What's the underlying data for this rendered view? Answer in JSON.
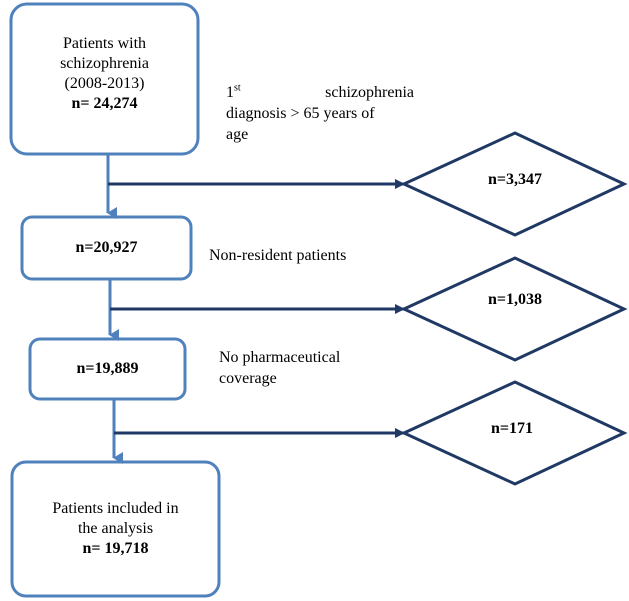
{
  "boxes": {
    "start": {
      "line1": "Patients with",
      "line2": "schizophrenia",
      "line3": "(2008-2013)",
      "count": "n= 24,274"
    },
    "step1": {
      "count": "n=20,927"
    },
    "step2": {
      "count": "n=19,889"
    },
    "final": {
      "line1": "Patients included in",
      "line2": "the analysis",
      "count": "n= 19,718"
    }
  },
  "exclusions": [
    {
      "note_prefix": "1",
      "note_sup": "st",
      "note_line1_rest": "schizophrenia",
      "note_line2": "diagnosis > 65 years of",
      "note_line3": "age",
      "count": "n=3,347"
    },
    {
      "note_line1": "Non-resident patients",
      "count": "n=1,038"
    },
    {
      "note_line1": "No pharmaceutical",
      "note_line2": "coverage",
      "count": "n=171"
    }
  ],
  "colors": {
    "box_stroke": "#4f81bd",
    "arrow_blue": "#4f81bd",
    "arrow_dark": "#1f3864",
    "diamond_stroke": "#1f3864"
  }
}
